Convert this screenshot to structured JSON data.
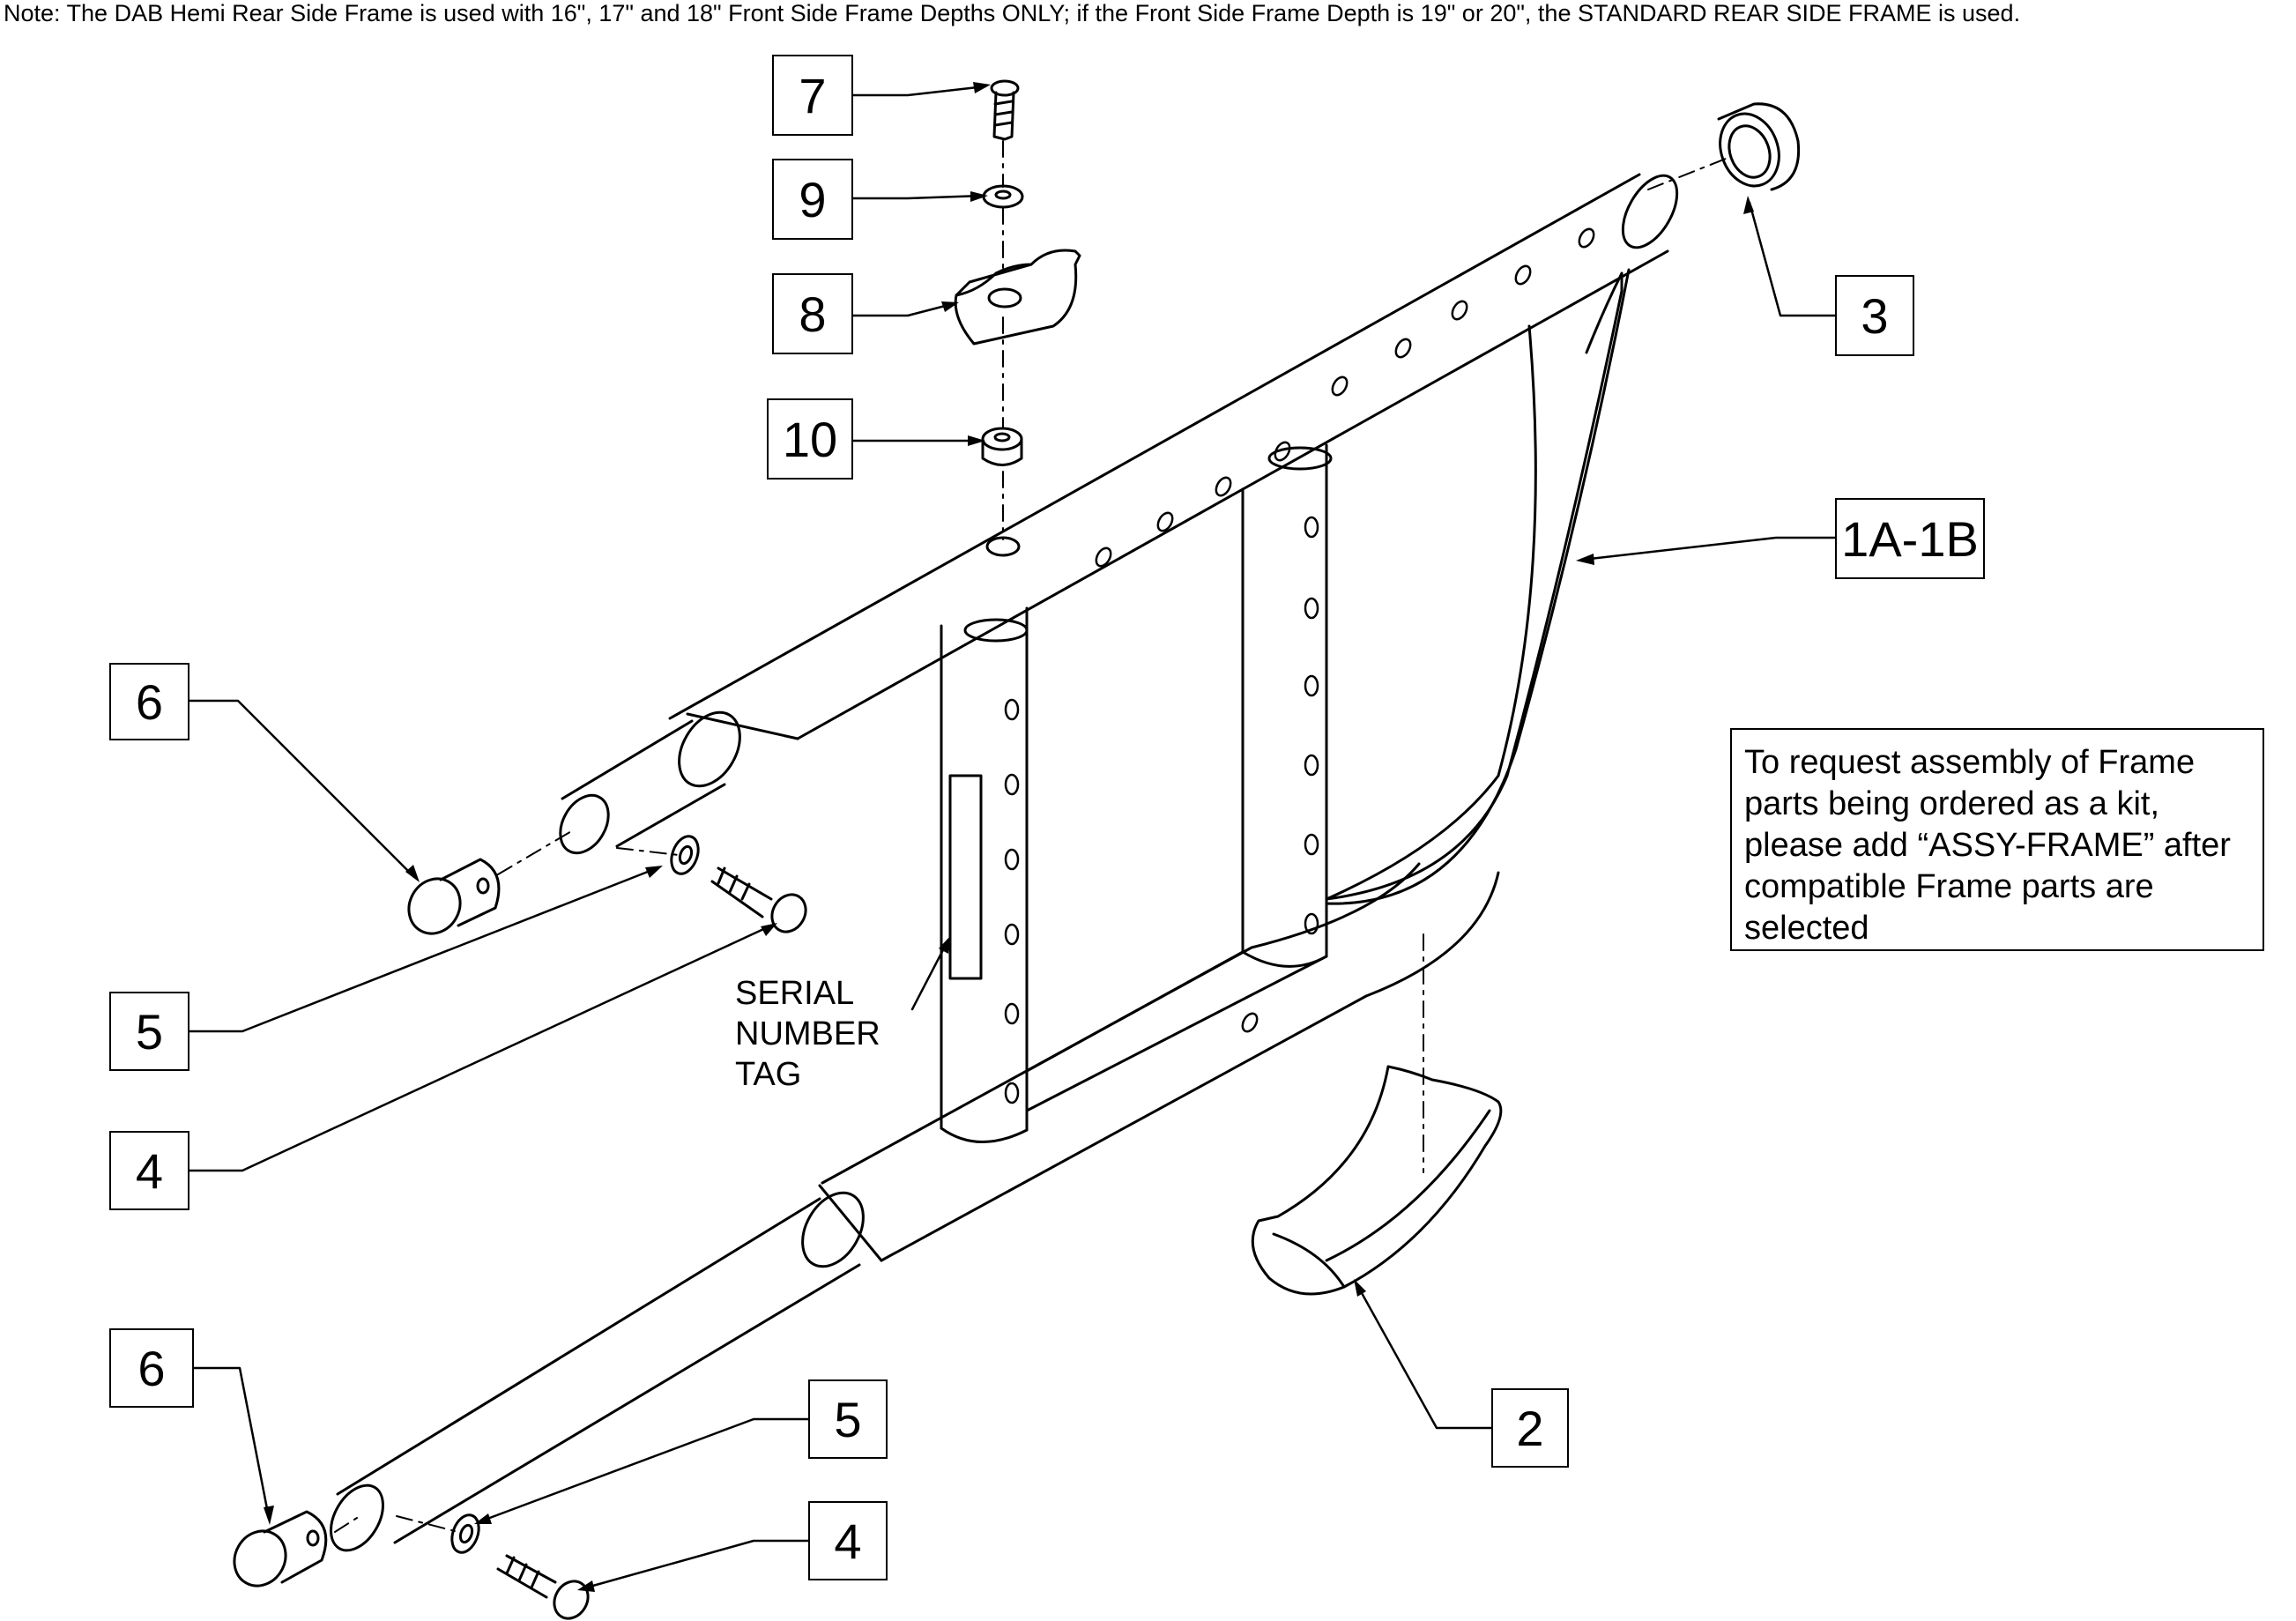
{
  "note": "Note: The DAB Hemi Rear Side Frame is used with 16\", 17\" and 18\" Front Side Frame Depths ONLY; if the Front Side Frame Depth is 19\" or 20\", the STANDARD REAR SIDE FRAME is used.",
  "callouts": {
    "c7": "7",
    "c9": "9",
    "c8": "8",
    "c10": "10",
    "c3": "3",
    "c1a1b": "1A-1B",
    "c6_upper": "6",
    "c5_upper": "5",
    "c4_upper": "4",
    "c6_lower": "6",
    "c5_lower": "5",
    "c4_lower": "4",
    "c2": "2"
  },
  "serial_tag": [
    "SERIAL",
    "NUMBER",
    "TAG"
  ],
  "info_box": [
    "To request assembly of Frame",
    "parts being ordered as a kit,",
    "please add “ASSY-FRAME” after",
    "compatible Frame parts are",
    "selected"
  ]
}
